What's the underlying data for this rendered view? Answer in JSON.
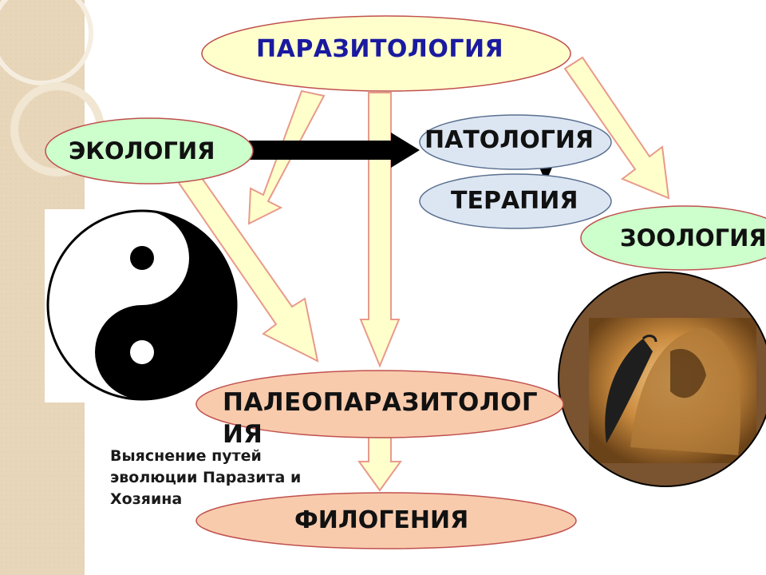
{
  "nodes": {
    "parasitology": "ПАРАЗИТОЛОГИЯ",
    "ecology": "ЭКОЛОГИЯ",
    "pathology": "ПАТОЛОГИЯ",
    "therapy": "ТЕРАПИЯ",
    "zoology": "ЗООЛОГИЯ",
    "paleoparasitology_line1": "ПАЛЕОПАРАЗИТОЛОГ",
    "paleoparasitology_line2": "ИЯ",
    "phylogeny": "ФИЛОГЕНИЯ"
  },
  "caption": "Выяснение путей эволюции Паразита и Хозяина",
  "colors": {
    "parasitology_fill": "#FFFFCC",
    "parasitology_text": "#1A1AA0",
    "ecology_fill": "#CCFFCC",
    "pathology_fill": "#DCE6F2",
    "zoology_fill": "#CCFFCC",
    "paleo_fill": "#F8CBAD",
    "arrow_fill": "#FFFFCC",
    "arrow_stroke": "#E89A8A",
    "node_stroke": "#C0504D"
  },
  "icons": [
    "yin-yang-icon",
    "mummy-with-fluke-icon"
  ]
}
